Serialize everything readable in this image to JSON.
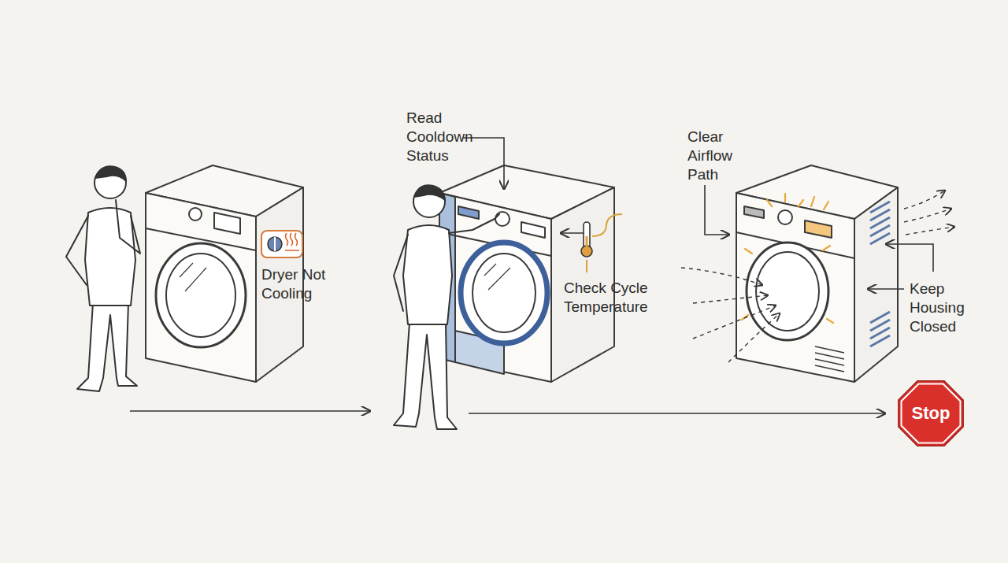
{
  "diagram": {
    "nodes": [
      {
        "text": [
          "Stop"
        ]
      }
    ],
    "labels": [
      "Dryer Not Cooling",
      "Read Cooldown Status",
      "Check Cycle Temperature",
      "Clear Airflow Path",
      "Keep Housing Closed"
    ]
  }
}
